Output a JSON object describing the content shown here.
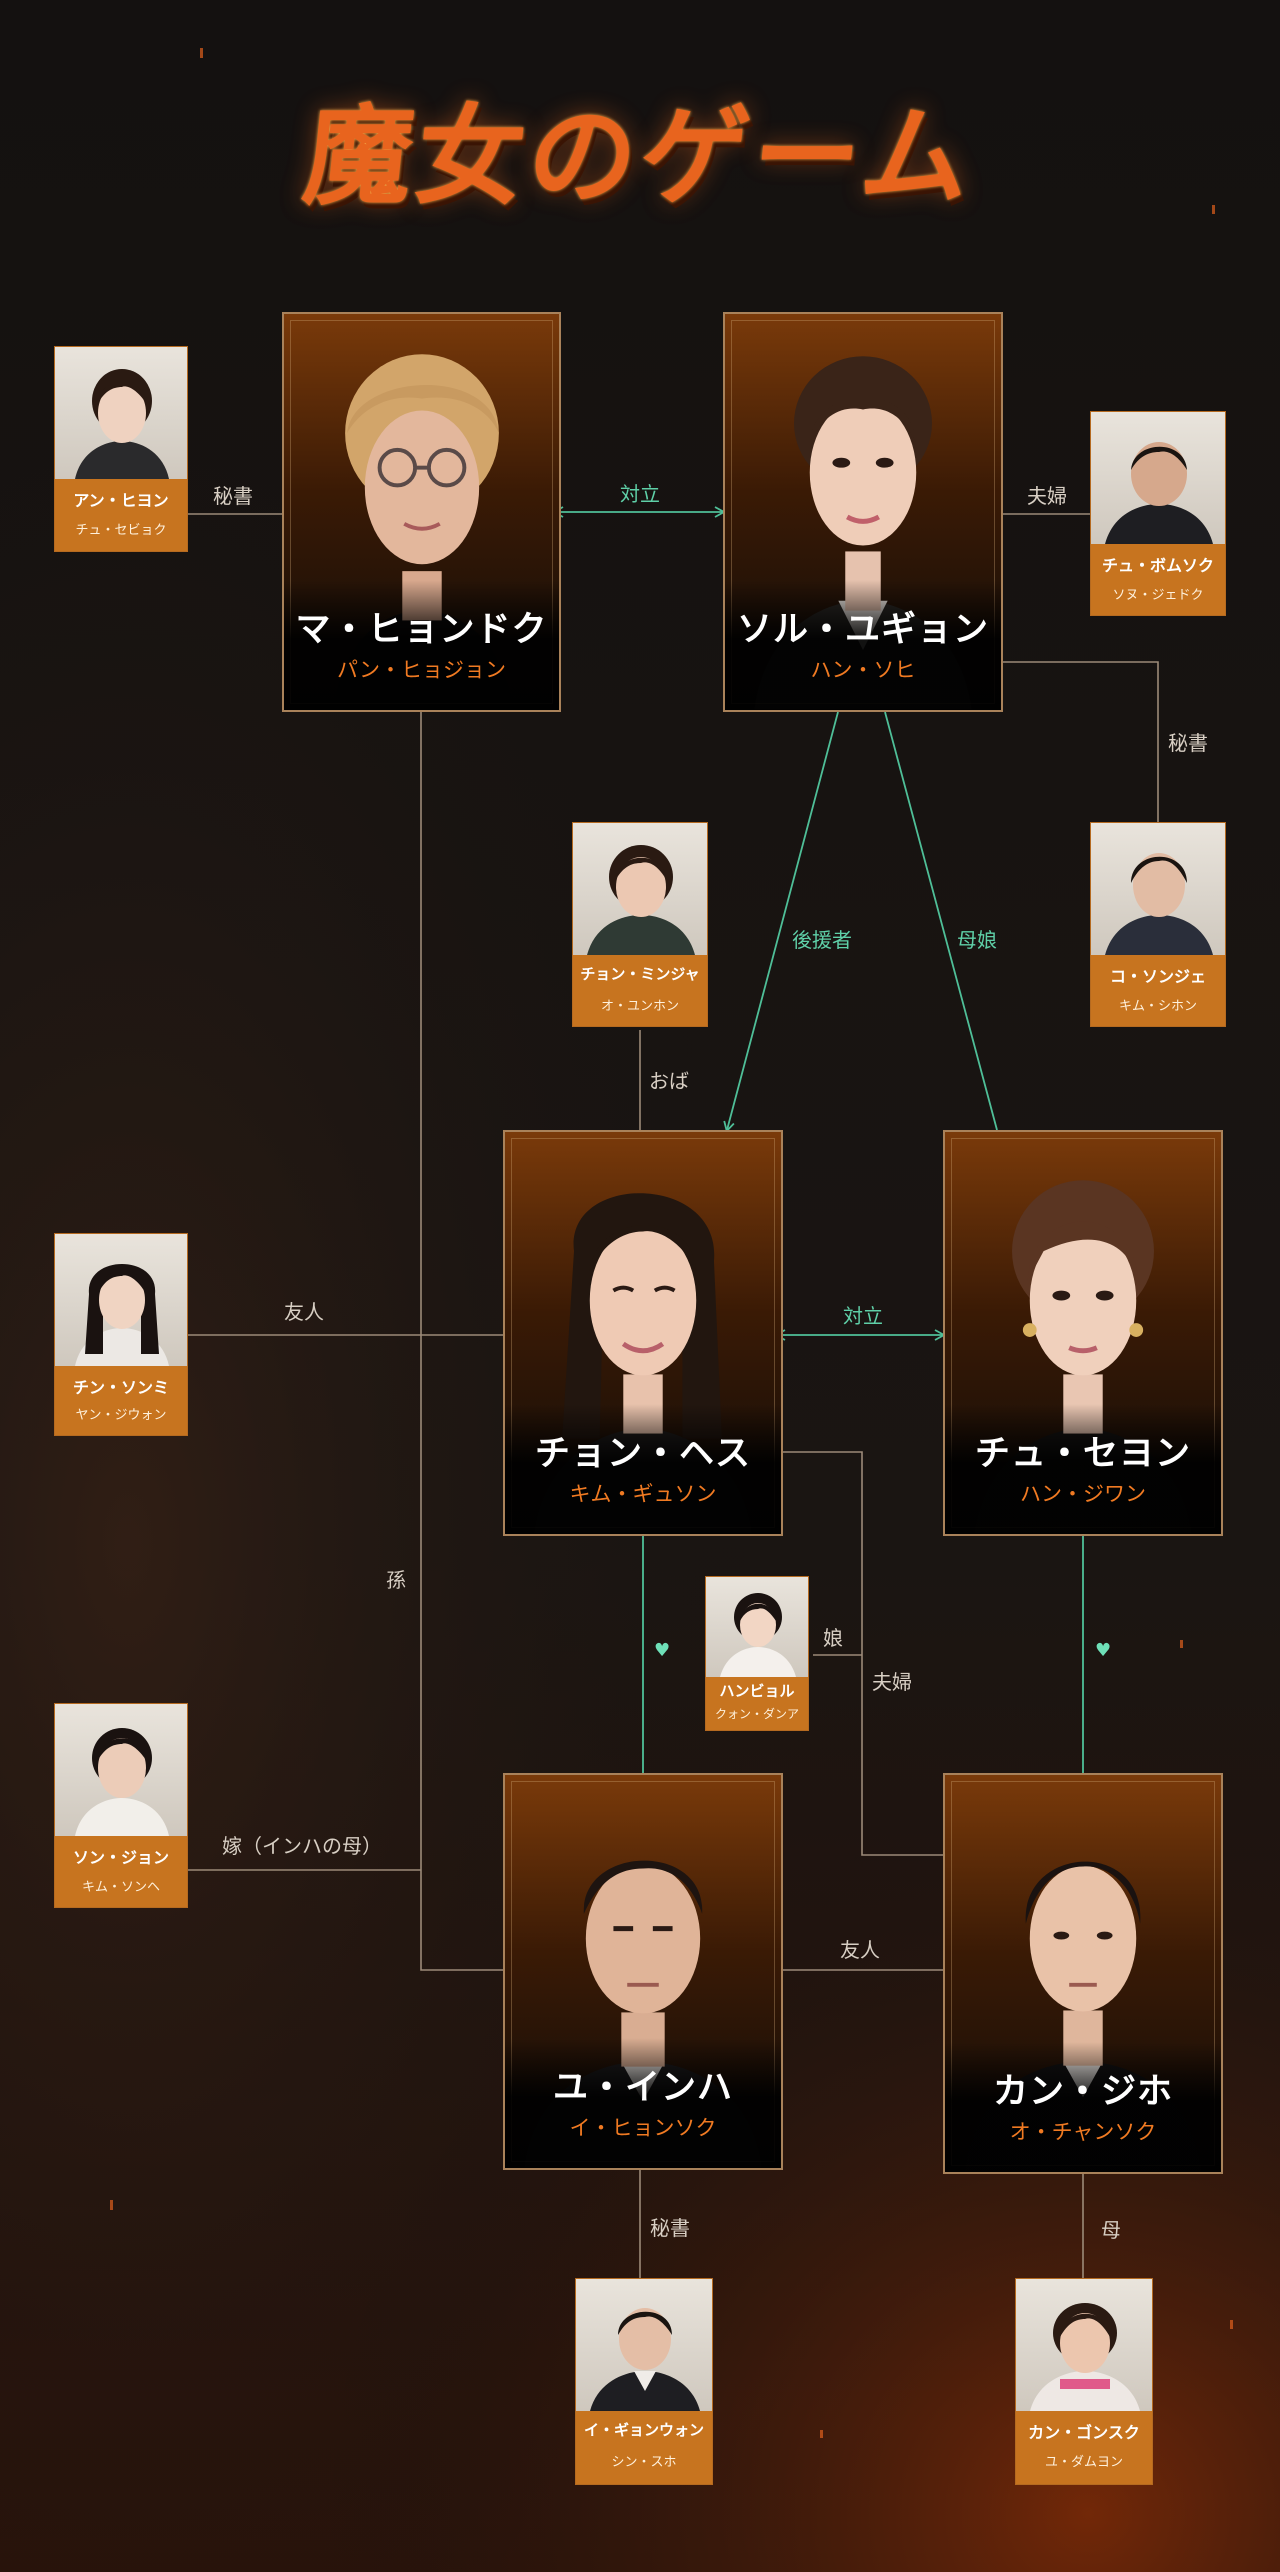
{
  "title": "魔女のゲーム",
  "colors": {
    "accent": "#e8641e",
    "line_neutral": "#9c8a78",
    "line_teal": "#4fbf98",
    "card_orange": "#c7741f"
  },
  "main_characters": {
    "ma": {
      "name": "マ・ヒョンドク",
      "actor": "パン・ヒョジョン"
    },
    "sol": {
      "name": "ソル・ユギョン",
      "actor": "ハン・ソヒ"
    },
    "chon": {
      "name": "チョン・ヘス",
      "actor": "キム・ギュソン"
    },
    "chu": {
      "name": "チュ・セヨン",
      "actor": "ハン・ジワン"
    },
    "yu": {
      "name": "ユ・インハ",
      "actor": "イ・ヒョンソク"
    },
    "kang": {
      "name": "カン・ジホ",
      "actor": "オ・チャンソク"
    }
  },
  "side_characters": {
    "an": {
      "name": "アン・ヒヨン",
      "actor": "チュ・セビョク"
    },
    "chu_bom": {
      "name": "チュ・ボムソク",
      "actor": "ソヌ・ジェドク"
    },
    "ko": {
      "name": "コ・ソンジェ",
      "actor": "キム・シホン"
    },
    "chon_min": {
      "name": "チョン・ミンジャ",
      "actor": "オ・ユンホン"
    },
    "chin": {
      "name": "チン・ソンミ",
      "actor": "ヤン・ジウォン"
    },
    "hanbyol": {
      "name": "ハンビョル",
      "actor": "クォン・ダンア"
    },
    "son": {
      "name": "ソン・ジョン",
      "actor": "キム・ソンヘ"
    },
    "lee": {
      "name": "イ・ギョンウォン",
      "actor": "シン・スホ"
    },
    "kang_gon": {
      "name": "カン・ゴンスク",
      "actor": "ユ・ダムヨン"
    }
  },
  "relations": {
    "an_ma": "秘書",
    "ma_sol": "対立",
    "sol_chubom": "夫婦",
    "sol_ko": "秘書",
    "sol_chon": "後援者",
    "sol_chu": "母娘",
    "min_chon": "おば",
    "chin_chon": "友人",
    "chon_chu": "対立",
    "ma_yu": "孫",
    "hanbyol": "娘",
    "chon_kang": "夫婦",
    "son_ma": "嫁（インハの母）",
    "yu_kang": "友人",
    "yu_lee": "秘書",
    "kang_kanggon": "母",
    "heart1": "♥",
    "heart2": "♥"
  }
}
